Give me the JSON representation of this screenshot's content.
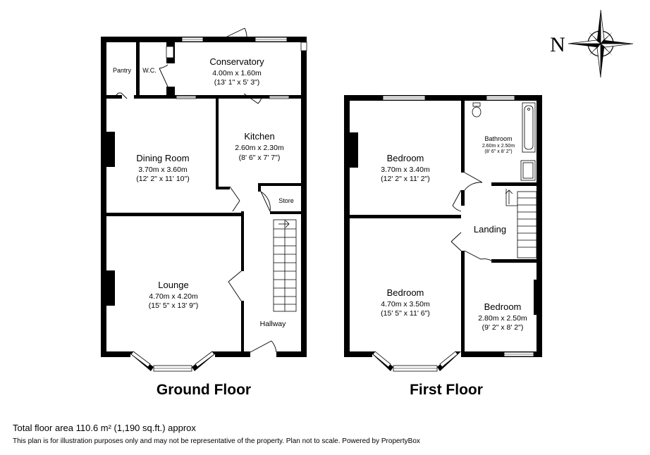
{
  "ground_floor": {
    "title": "Ground Floor",
    "rooms": {
      "pantry": {
        "name": "Pantry"
      },
      "wc": {
        "name": "W.C."
      },
      "conservatory": {
        "name": "Conservatory",
        "metric": "4.00m x 1.60m",
        "imperial": "(13' 1\" x 5' 3\")"
      },
      "kitchen": {
        "name": "Kitchen",
        "metric": "2.60m x 2.30m",
        "imperial": "(8' 6\" x 7' 7\")"
      },
      "store": {
        "name": "Store"
      },
      "dining": {
        "name": "Dining Room",
        "metric": "3.70m x 3.60m",
        "imperial": "(12' 2\" x 11' 10\")"
      },
      "lounge": {
        "name": "Lounge",
        "metric": "4.70m x 4.20m",
        "imperial": "(15' 5\" x 13' 9\")"
      },
      "hallway": {
        "name": "Hallway"
      }
    }
  },
  "first_floor": {
    "title": "First Floor",
    "rooms": {
      "bedroom1": {
        "name": "Bedroom",
        "metric": "3.70m x 3.40m",
        "imperial": "(12' 2\" x 11' 2\")"
      },
      "bathroom": {
        "name": "Bathroom",
        "metric": "2.60m x 2.50m",
        "imperial": "(8' 6\" x 8' 2\")"
      },
      "landing": {
        "name": "Landing"
      },
      "bedroom2": {
        "name": "Bedroom",
        "metric": "4.70m x 3.50m",
        "imperial": "(15' 5\" x 11' 6\")"
      },
      "bedroom3": {
        "name": "Bedroom",
        "metric": "2.80m x 2.50m",
        "imperial": "(9' 2\" x 8' 2\")"
      }
    }
  },
  "compass": {
    "label": "N"
  },
  "footer": {
    "total": "Total floor area 110.6 m² (1,190 sq.ft.) approx",
    "note": "This plan is for illustration purposes only and may not be representative of the property. Plan not to scale. Powered by PropertyBox"
  },
  "colors": {
    "wall": "#000000",
    "background": "#ffffff"
  }
}
